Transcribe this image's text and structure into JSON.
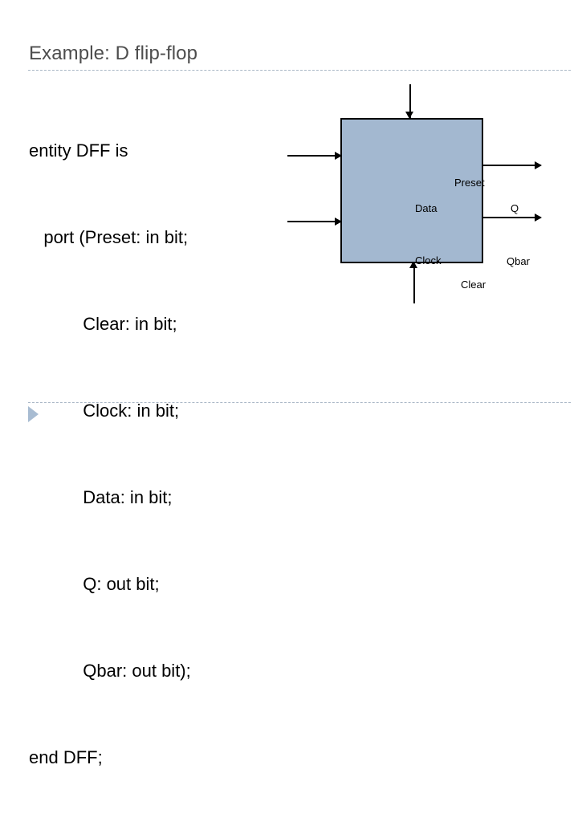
{
  "slide": {
    "title": "Example: D flip-flop",
    "title_color": "#4d4d4d",
    "background_color": "#ffffff",
    "rule_color": "#aab7c6"
  },
  "code": {
    "language": "VHDL",
    "lines": [
      "entity DFF is",
      "   port (Preset: in bit;",
      "           Clear: in bit;",
      "           Clock: in bit;",
      "           Data: in bit;",
      "           Q: out bit;",
      "           Qbar: out bit);",
      "end DFF;"
    ]
  },
  "diagram": {
    "box": {
      "fill_color": "#a3b8d0",
      "border_color": "#000000"
    },
    "labels": {
      "preset": "Preset",
      "data": "Data",
      "q": "Q",
      "clock": "Clock",
      "qbar": "Qbar",
      "clear": "Clear"
    }
  },
  "footer": {
    "bullet_icon": "play-triangle-icon",
    "bullet_color": "#a8bcd2"
  }
}
